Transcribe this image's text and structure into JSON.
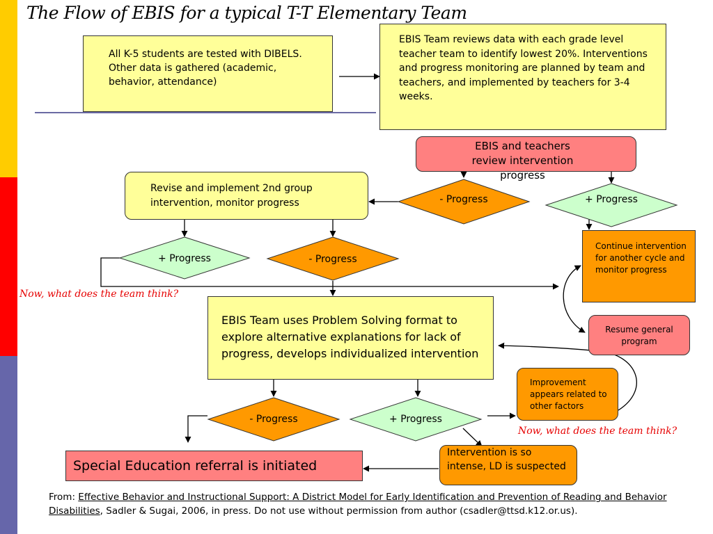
{
  "title": "The Flow of EBIS for a typical T-T Elementary Team",
  "colors": {
    "sidebar_yellow": "#ffcc00",
    "sidebar_red": "#ff0000",
    "sidebar_blue": "#6666aa",
    "box_yellow": "#ffff99",
    "box_pink": "#ff8080",
    "box_orange": "#ff9900",
    "diamond_green": "#ccffcc",
    "note_red": "#e60000"
  },
  "boxes": {
    "testing": "All K-5 students are tested with DIBELS. Other data is gathered (academic, behavior, attendance)",
    "review_data": "EBIS Team reviews data with each grade level teacher team to identify lowest 20%. Interventions and progress monitoring are planned by team and teachers, and implemented by teachers for 3-4 weeks.",
    "review_progress": "EBIS and teachers review intervention progress",
    "second_intervention": "Revise and implement 2nd group intervention, monitor progress",
    "continue_intervention": "Continue intervention for another cycle and monitor progress",
    "resume_program": "Resume general program",
    "problem_solving": "EBIS Team uses Problem Solving format to explore alternative explanations for lack of progress, develops individualized intervention",
    "improvement_other": "Improvement appears related to other factors",
    "ld_suspected": "Intervention is so intense, LD is suspected",
    "sped_referral": "Special Education referral is initiated"
  },
  "diamonds": {
    "minus_1": "- Progress",
    "plus_1": "+ Progress",
    "plus_2": "+ Progress",
    "minus_2": "- Progress",
    "minus_3": "- Progress",
    "plus_3": "+ Progress"
  },
  "notes": {
    "team_think_1": "Now, what does the team think?",
    "team_think_2": "Now, what does the team think?"
  },
  "citation": {
    "prefix": "From: ",
    "source": "Effective Behavior and Instructional Support: A District Model for Early Identification and Prevention of Reading and Behavior Disabilities",
    "suffix": ", Sadler & Sugai, 2006, in press.  Do not use without  permission from author (csadler@ttsd.k12.or.us)."
  }
}
